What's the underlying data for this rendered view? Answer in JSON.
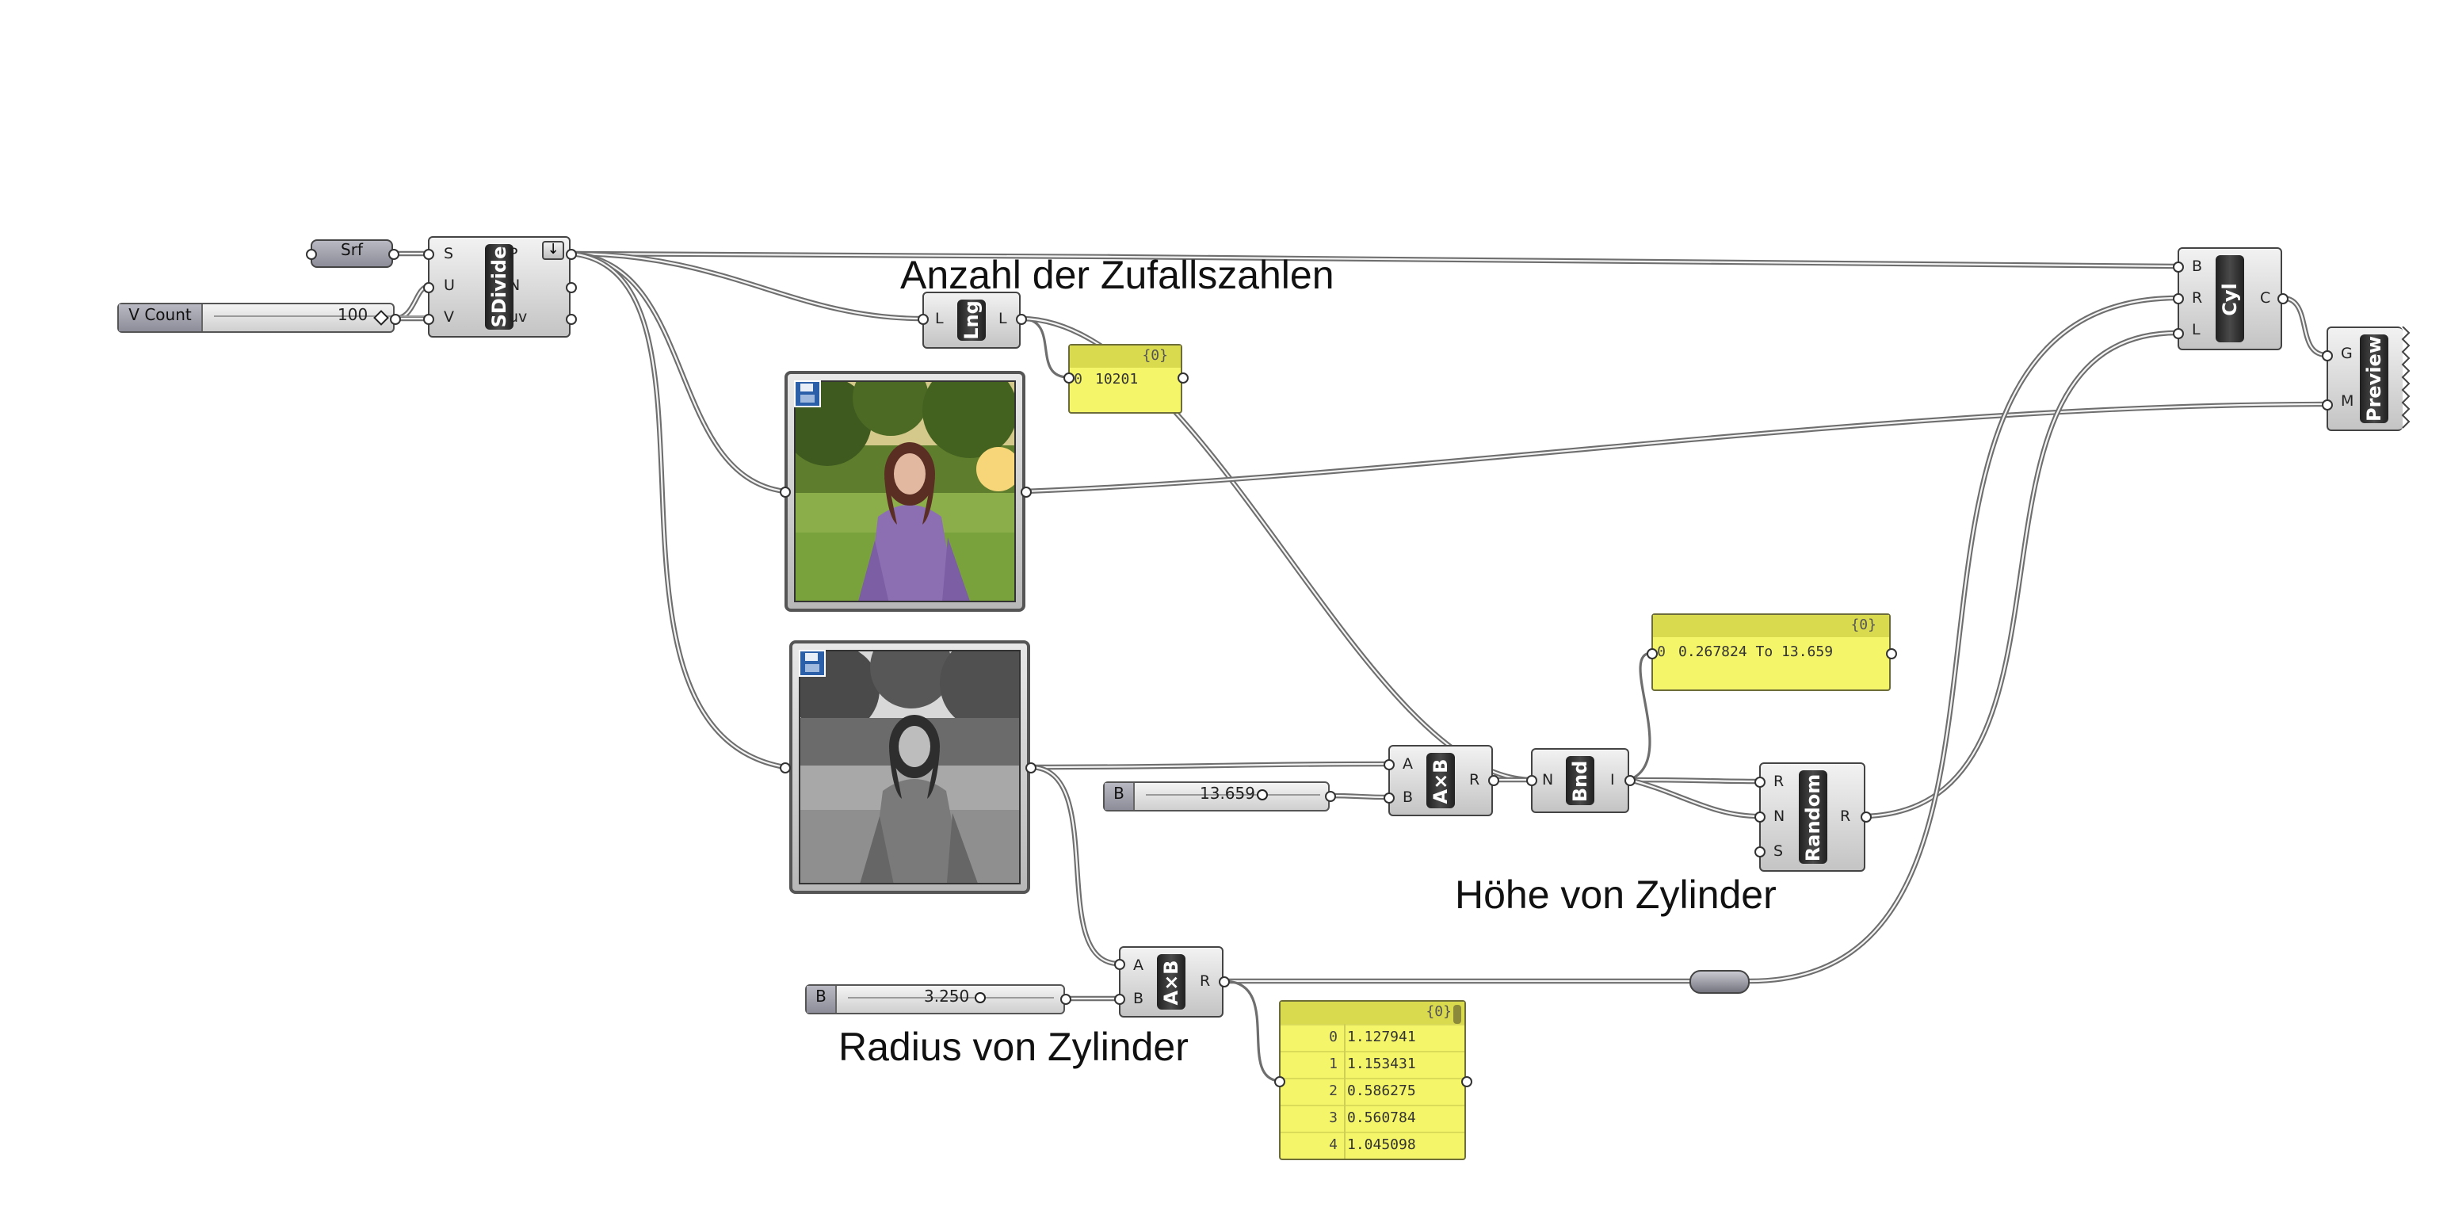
{
  "annotations": {
    "count": "Anzahl der Zufallszahlen",
    "height": "Höhe von Zylinder",
    "radius": "Radius von Zylinder"
  },
  "params": {
    "srf": "Srf"
  },
  "sliders": {
    "vcount": {
      "name": "V Count",
      "value": "100"
    },
    "height_b": {
      "name": "B",
      "value": "13.659"
    },
    "radius_b": {
      "name": "B",
      "value": "3.250"
    }
  },
  "components": {
    "sdivide": {
      "label": "SDivide",
      "inputs": [
        "S",
        "U",
        "V"
      ],
      "outputs": [
        "P",
        "N",
        "uv"
      ],
      "flag_icon": "arrow-down-icon"
    },
    "lng": {
      "label": "Lng",
      "inputs": [
        "L"
      ],
      "outputs": [
        "L"
      ]
    },
    "mult1": {
      "label": "A×B",
      "inputs": [
        "A",
        "B"
      ],
      "outputs": [
        "R"
      ]
    },
    "mult2": {
      "label": "A×B",
      "inputs": [
        "A",
        "B"
      ],
      "outputs": [
        "R"
      ]
    },
    "bnd": {
      "label": "Bnd",
      "inputs": [
        "N"
      ],
      "outputs": [
        "I"
      ]
    },
    "random": {
      "label": "Random",
      "inputs": [
        "R",
        "N",
        "S"
      ],
      "outputs": [
        "R"
      ]
    },
    "cyl": {
      "label": "Cyl",
      "inputs": [
        "B",
        "R",
        "L"
      ],
      "outputs": [
        "C"
      ]
    },
    "preview": {
      "label": "Preview",
      "inputs": [
        "G",
        "M"
      ],
      "outputs": []
    }
  },
  "panels": {
    "length": {
      "header": "{0}",
      "rows": [
        {
          "index": "0",
          "value": "10201"
        }
      ]
    },
    "domain": {
      "header": "{0}",
      "rows": [
        {
          "index": "0",
          "value": "0.267824 To 13.659"
        }
      ]
    },
    "radius": {
      "header": "{0}",
      "rows": [
        {
          "index": "0",
          "value": "1.127941"
        },
        {
          "index": "1",
          "value": "1.153431"
        },
        {
          "index": "2",
          "value": "0.586275"
        },
        {
          "index": "3",
          "value": "0.560784"
        },
        {
          "index": "4",
          "value": "1.045098"
        }
      ]
    }
  },
  "images": {
    "color": {
      "icon": "save-icon"
    },
    "gray": {
      "icon": "save-icon"
    }
  },
  "colors": {
    "panel": "#f5f56a",
    "wire": "#6e6e6e",
    "param": "#a3a3ad"
  }
}
